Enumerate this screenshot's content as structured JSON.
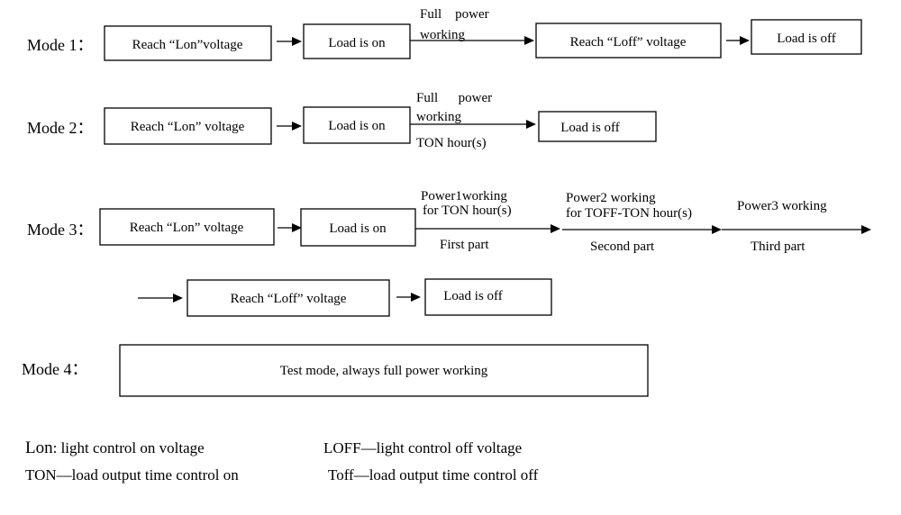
{
  "modes": {
    "mode1": {
      "label": "Mode 1：",
      "reach_lon": "Reach “Lon”voltage",
      "load_on": "Load is on",
      "arrow_text_1": "Full    power",
      "arrow_text_2": "working",
      "reach_loff": "Reach “Loff” voltage",
      "load_off": "Load is off"
    },
    "mode2": {
      "label": "Mode 2：",
      "reach_lon": "Reach “Lon” voltage",
      "load_on": "Load is on",
      "arrow_text_1": "Full      power",
      "arrow_text_2": "working",
      "arrow_below": "TON hour(s)",
      "load_off": "Load is off"
    },
    "mode3": {
      "label": "Mode 3：",
      "reach_lon": "Reach “Lon” voltage",
      "load_on": "Load is on",
      "p1_line1": "Power1working",
      "p1_line2": "for TON hour(s)",
      "p1_part": "First part",
      "p2_line1": "Power2 working",
      "p2_line2": "for TOFF-TON hour(s)",
      "p2_part": "Second part",
      "p3_line1": "Power3 working",
      "p3_part": "Third part",
      "reach_loff": "Reach “Loff” voltage",
      "load_off": "Load is off"
    },
    "mode4": {
      "label": "Mode 4：",
      "box_text": "Test mode, always full power working"
    }
  },
  "legend": {
    "lon_term": "Lon",
    "lon_desc": ": light control on voltage",
    "loff": "LOFF—light control off voltage",
    "ton": "TON—load output time control on",
    "toff": "Toff—load output time control off"
  }
}
